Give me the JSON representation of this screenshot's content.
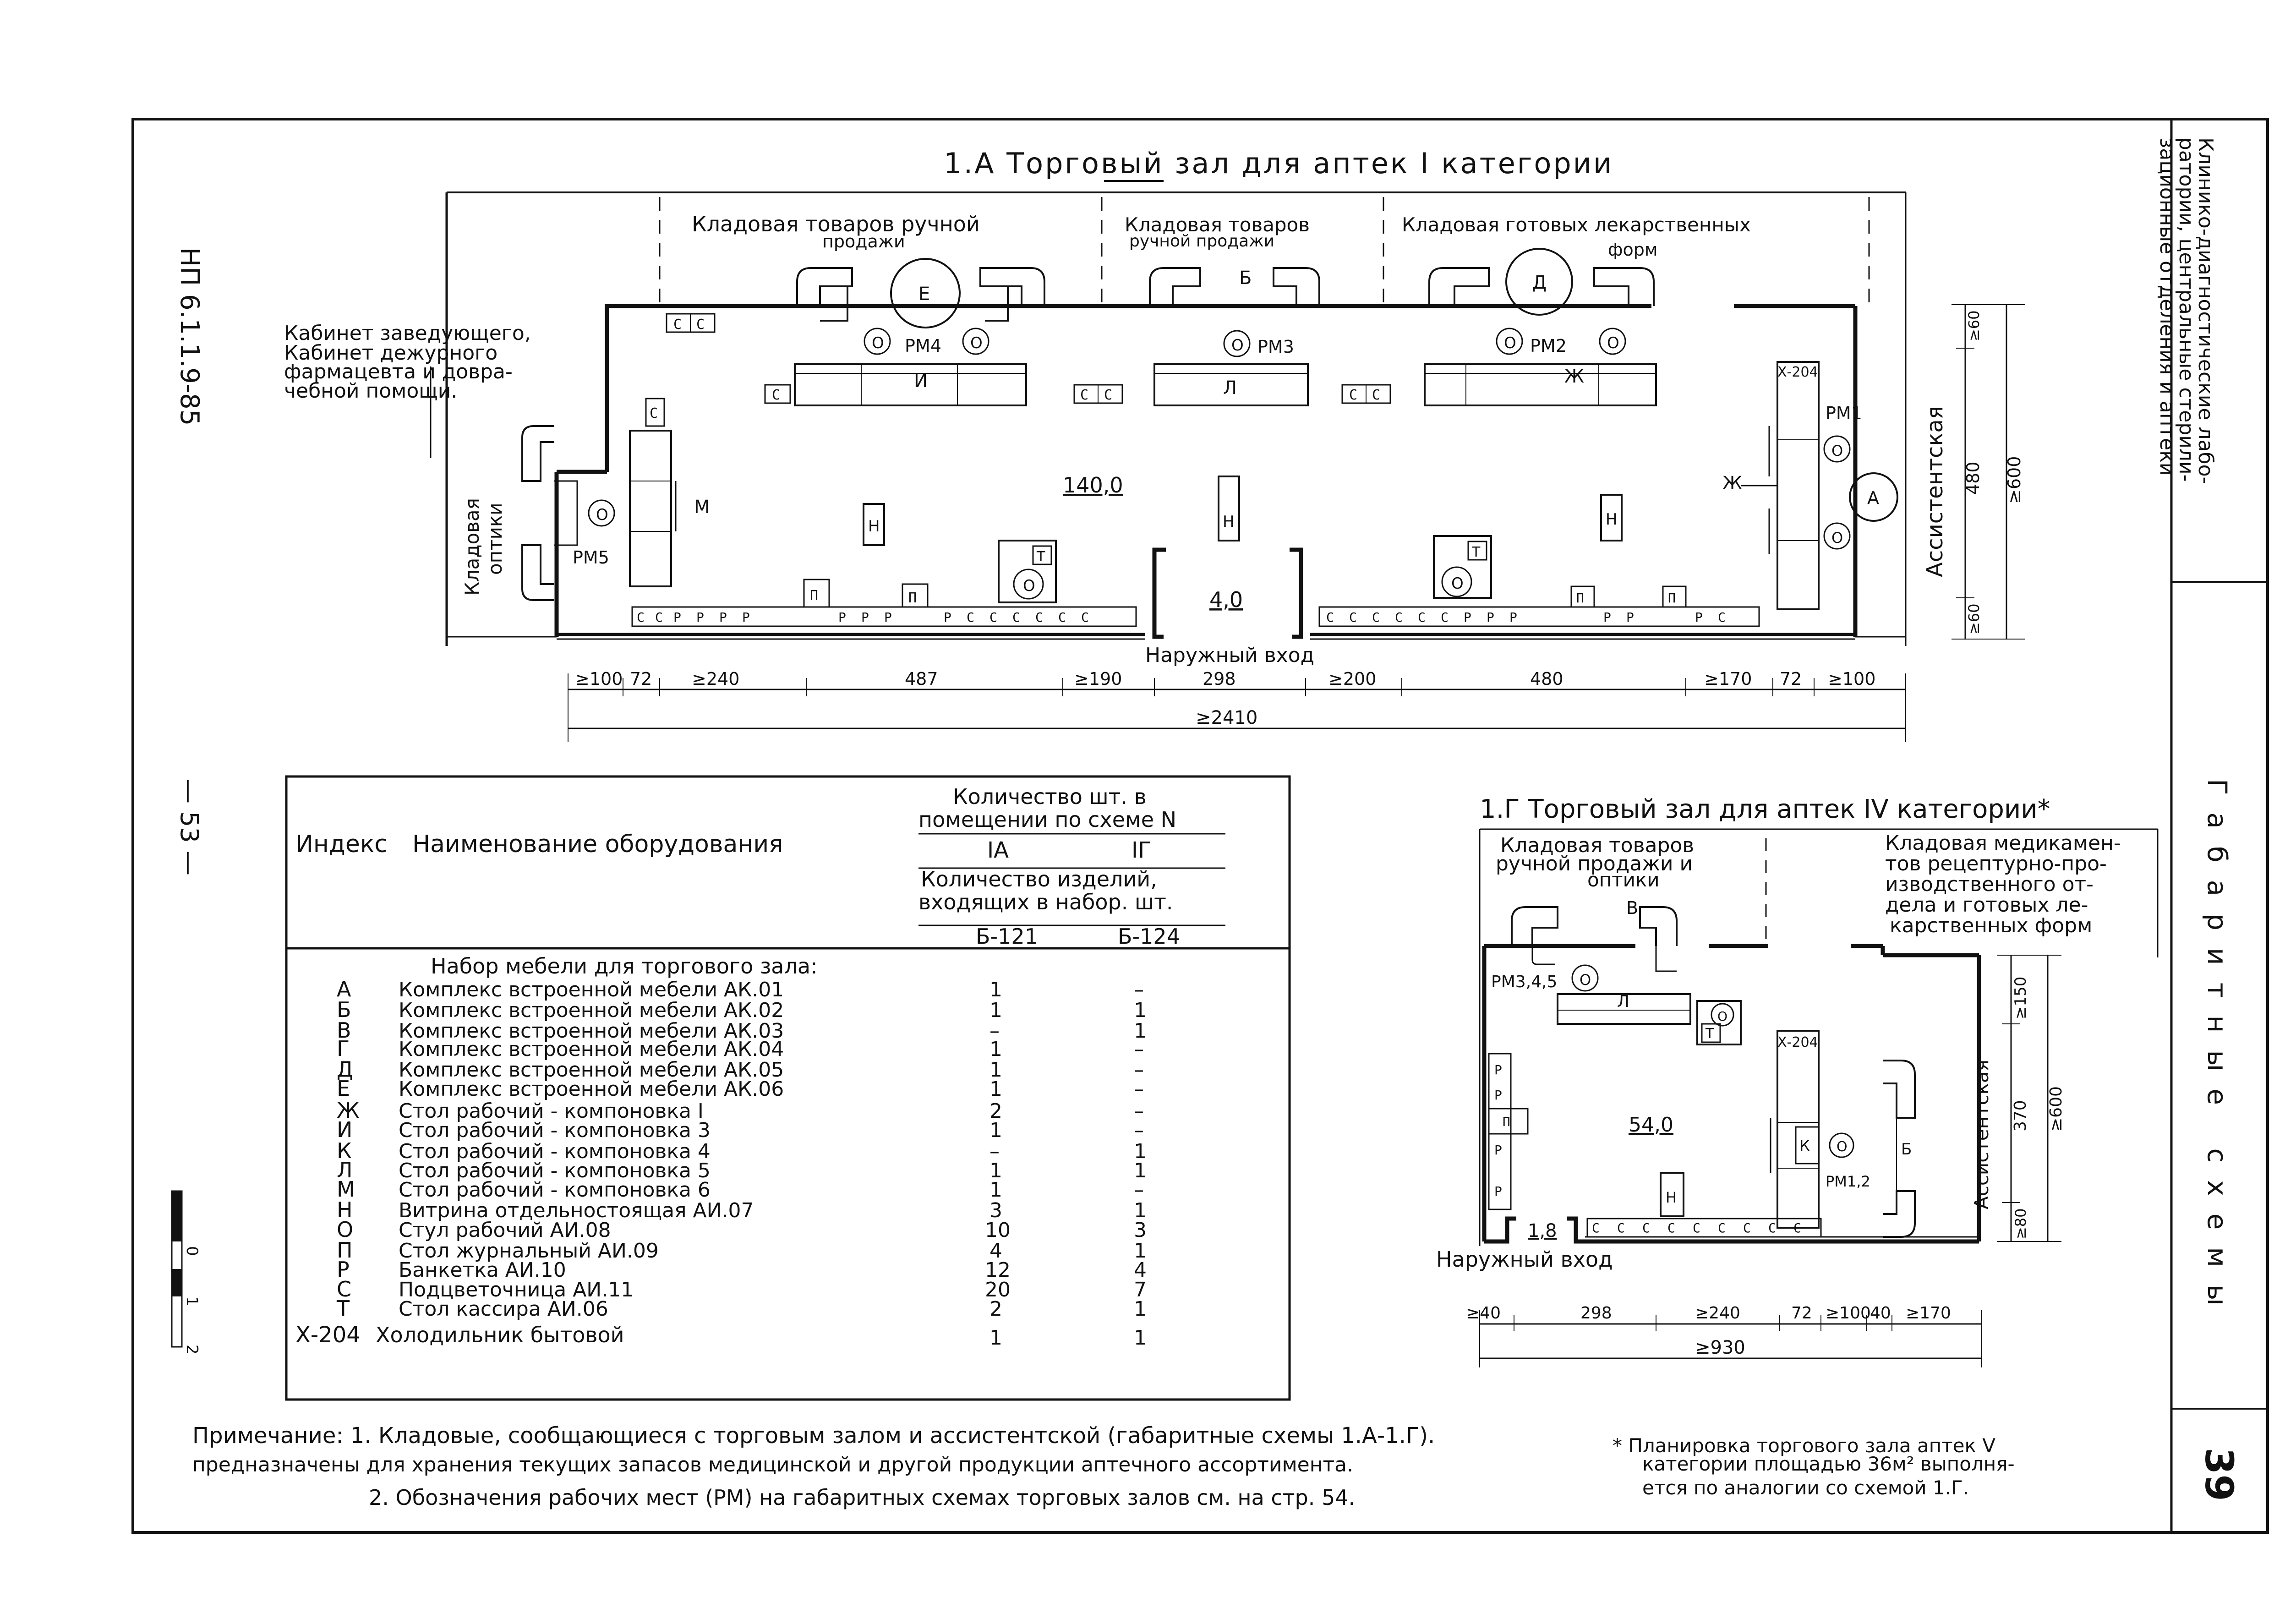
{
  "sheet": {
    "doc_code": "НП 6.1.1.9-85",
    "page_marker": "— 53 —",
    "side_title": [
      "Клинико-диагностические лабо-",
      "ратории, центральные стерили-",
      "зационные отделения и аптеки"
    ],
    "section_title": "Габаритные схемы",
    "sheet_number": "39"
  },
  "plan_a": {
    "title": "1.А Торговый зал для аптек I категории",
    "rooms": {
      "kladovaya_ruchnoy": "Кладовая товаров ручной",
      "kladovaya_ruchnoy_2": "продажи",
      "kladovaya_ruchnoy_b": "Кладовая товаров",
      "kladovaya_ruchnoy_b2": "ручной продажи",
      "kladovaya_gotovyh": "Кладовая готовых лекарственных",
      "kladovaya_gotovyh_2": "форм",
      "kabinet_1": "Кабинет заведующего,",
      "kabinet_2": "Кабинет дежурного",
      "kabinet_3": "фармацевта и довра-",
      "kabinet_4": "чебной помощи.",
      "kladovaya_optiki_1": "Кладовая",
      "kladovaya_optiki_2": "оптики",
      "assistentskaya": "Ассистентская"
    },
    "area_main": "140,0",
    "area_entry": "4,0",
    "entrance": "Наружный вход",
    "workplaces": {
      "rm1": "РМ1",
      "rm2": "РМ2",
      "rm3": "РМ3",
      "rm4": "РМ4",
      "rm5": "РМ5"
    },
    "labels": {
      "e": "Е",
      "b": "Б",
      "d": "Д",
      "a": "А",
      "i": "И",
      "l": "Л",
      "zh": "Ж",
      "m": "М",
      "n": "Н",
      "t": "Т",
      "o": "О",
      "s": "С",
      "p": "П",
      "r": "Р",
      "x204": "Х-204"
    },
    "dims_bottom": [
      "≥100",
      "72",
      "≥240",
      "487",
      "≥190",
      "298",
      "≥200",
      "480",
      "≥170",
      "72",
      "≥100"
    ],
    "dim_total": "≥2410",
    "dims_right": [
      "≥60",
      "480",
      "≥600",
      "≥60"
    ]
  },
  "plan_g": {
    "title": "1.Г Торговый зал для аптек IV категории*",
    "rooms": {
      "kl_1": "Кладовая товаров",
      "kl_2": "ручной продажи и",
      "kl_3": "оптики",
      "km_1": "Кладовая медикамен-",
      "km_2": "тов рецептурно-про-",
      "km_3": "изводственного от-",
      "km_4": "дела и готовых ле-",
      "km_5": "карственных форм",
      "assistentskaya": "Ассистентская"
    },
    "area_main": "54,0",
    "area_entry": "1,8",
    "entrance": "Наружный вход",
    "workplaces": {
      "rm345": "РМ3,4,5",
      "rm12": "РМ1,2"
    },
    "labels": {
      "v": "В",
      "l": "Л",
      "t": "Т",
      "k": "К",
      "b": "Б",
      "n": "Н",
      "o": "О",
      "s": "С",
      "p": "П",
      "r": "Р",
      "x204": "Х-204"
    },
    "dims_bottom": [
      "≥40",
      "298",
      "≥240",
      "72",
      "≥100",
      "40",
      "≥170"
    ],
    "dim_total": "≥930",
    "dims_right": [
      "≥150",
      "370",
      "≥600",
      "≥80"
    ]
  },
  "table": {
    "col_index": "Индекс",
    "col_name": "Наименование оборудования",
    "col_qty_head": [
      "Количество шт. в",
      "помещении по схеме N"
    ],
    "scheme_ia": "IА",
    "scheme_ig": "IГ",
    "col_qty_sub": [
      "Количество изделий,",
      "входящих в набор. шт."
    ],
    "set_ia": "Б-121",
    "set_ig": "Б-124",
    "group_title": "Набор мебели для торгового зала:",
    "rows": [
      {
        "idx": "А",
        "name": "Комплекс встроенной мебели АК.01",
        "ia": "1",
        "ig": "–"
      },
      {
        "idx": "Б",
        "name": "Комплекс встроенной мебели АК.02",
        "ia": "1",
        "ig": "1"
      },
      {
        "idx": "В",
        "name": "Комплекс встроенной мебели АК.03",
        "ia": "–",
        "ig": "1"
      },
      {
        "idx": "Г",
        "name": "Комплекс встроенной мебели АК.04",
        "ia": "1",
        "ig": "–"
      },
      {
        "idx": "Д",
        "name": "Комплекс встроенной мебели АК.05",
        "ia": "1",
        "ig": "–"
      },
      {
        "idx": "Е",
        "name": "Комплекс встроенной мебели АК.06",
        "ia": "1",
        "ig": "–"
      },
      {
        "idx": "Ж",
        "name": "Стол рабочий - компоновка I",
        "ia": "2",
        "ig": "–"
      },
      {
        "idx": "И",
        "name": "Стол рабочий - компоновка 3",
        "ia": "1",
        "ig": "–"
      },
      {
        "idx": "К",
        "name": "Стол рабочий - компоновка 4",
        "ia": "–",
        "ig": "1"
      },
      {
        "idx": "Л",
        "name": "Стол рабочий - компоновка 5",
        "ia": "1",
        "ig": "1"
      },
      {
        "idx": "М",
        "name": "Стол рабочий - компоновка 6",
        "ia": "1",
        "ig": "–"
      },
      {
        "idx": "Н",
        "name": "Витрина отдельностоящая АИ.07",
        "ia": "3",
        "ig": "1"
      },
      {
        "idx": "О",
        "name": "Стул рабочий АИ.08",
        "ia": "10",
        "ig": "3"
      },
      {
        "idx": "П",
        "name": "Стол журнальный АИ.09",
        "ia": "4",
        "ig": "1"
      },
      {
        "idx": "Р",
        "name": "Банкетка АИ.10",
        "ia": "12",
        "ig": "4"
      },
      {
        "idx": "С",
        "name": "Подцветочница АИ.11",
        "ia": "20",
        "ig": "7"
      },
      {
        "idx": "Т",
        "name": "Стол кассира АИ.06",
        "ia": "2",
        "ig": "1"
      },
      {
        "idx": "Х-204",
        "name": "Холодильник бытовой",
        "ia": "1",
        "ig": "1"
      }
    ]
  },
  "notes": {
    "n1a": "Примечание: 1. Кладовые, сообщающиеся с торговым залом и ассистентской (габаритные схемы 1.А-1.Г).",
    "n1b": "предназначены для хранения текущих запасов медицинской и другой продукции аптечного ассортимента.",
    "n2": "2. Обозначения рабочих мест (РМ) на габаритных схемах торговых залов см. на стр. 54.",
    "star_1": "* Планировка торгового зала аптек V",
    "star_2": "категории площадью 36м² выполня-",
    "star_3": "ется по аналогии со схемой 1.Г."
  },
  "scale": {
    "v0": "0",
    "v1": "1",
    "v2": "2"
  }
}
